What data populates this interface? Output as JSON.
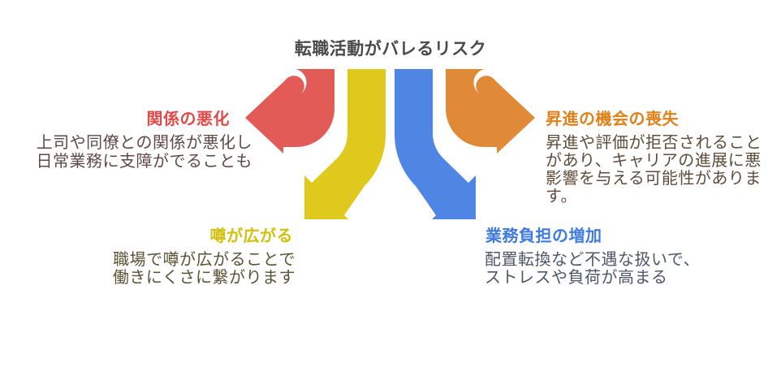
{
  "title": {
    "text": "転職活動がバレるリスク",
    "color": "#4A4A4A"
  },
  "background": "#FFFFFF",
  "sections": [
    {
      "id": "relationship-deterioration",
      "heading": "関係の悪化",
      "body": "上司や同僚との関係が悪化し\n日常業務に支障がでることも",
      "accent": "#E04B49",
      "arrow_color": "#E25B57",
      "body_color": "#5E4946",
      "arrow_direction": "left"
    },
    {
      "id": "rumors-spread",
      "heading": "噂が広がる",
      "body": "職場で噂が広がることで\n働きにくさに繋がります",
      "accent": "#D2C00B",
      "arrow_color": "#DFC91D",
      "body_color": "#5A5335",
      "arrow_direction": "down-left"
    },
    {
      "id": "workload-increase",
      "heading": "業務負担の増加",
      "body": "配置転換など不遇な扱いで、\nストレスや負荷が高まる",
      "accent": "#3F7ADF",
      "arrow_color": "#4F86E3",
      "body_color": "#4C5769",
      "arrow_direction": "down-right"
    },
    {
      "id": "promotion-loss",
      "heading": "昇進の機会の喪失",
      "body": "昇進や評価が拒否されること\nがあり、キャリアの進展に悪\n影響を与える可能性がありま\nす。",
      "accent": "#DF8118",
      "arrow_color": "#E08A38",
      "body_color": "#5F4D3C",
      "arrow_direction": "right"
    }
  ]
}
